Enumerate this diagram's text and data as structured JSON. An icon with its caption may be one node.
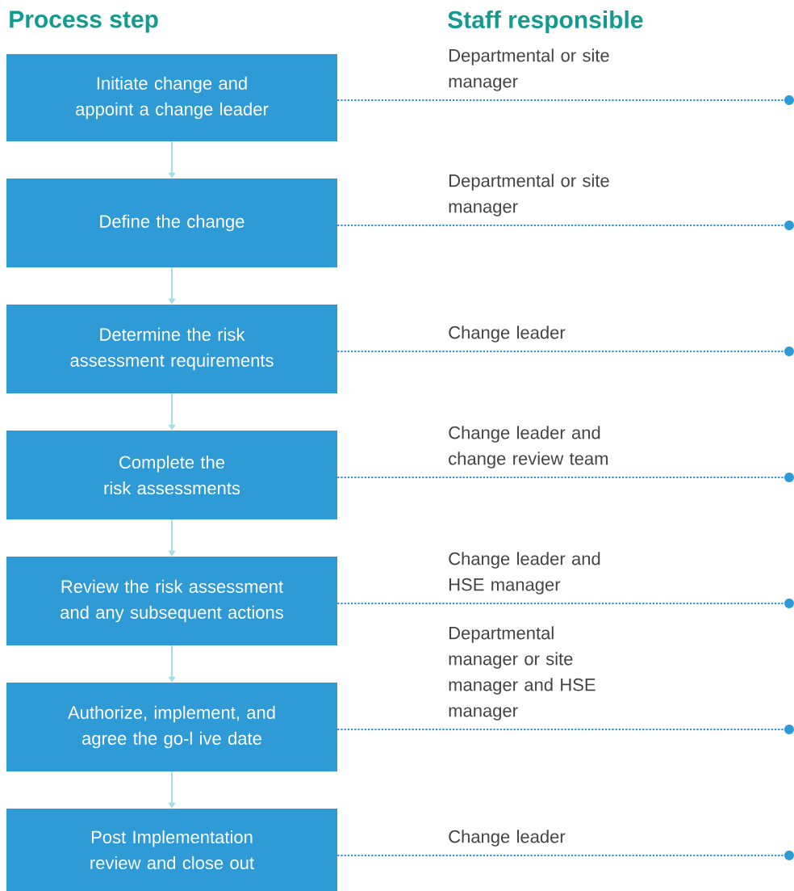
{
  "diagram": {
    "nodes": [
      {
        "text": [
          "Initiate change and appoint a change leader"
        ]
      },
      {
        "text": [
          "Define the change"
        ]
      },
      {
        "text": [
          "Determine the risk assessment requirements"
        ]
      },
      {
        "text": [
          "Complete the risk assessments"
        ]
      },
      {
        "text": [
          "Review the risk assessment and any subsequent actions"
        ]
      },
      {
        "text": [
          "Authorize, implement, and agree the go-l ive date"
        ]
      },
      {
        "text": [
          "Post Implementation review and close out"
        ]
      },
      {
        "text": [],
        "shape": "circle"
      },
      {
        "text": [],
        "shape": "circle"
      },
      {
        "text": [],
        "shape": "circle"
      },
      {
        "text": [],
        "shape": "circle"
      },
      {
        "text": [],
        "shape": "circle"
      },
      {
        "text": [],
        "shape": "circle"
      },
      {
        "text": [],
        "shape": "circle"
      }
    ],
    "edges": [
      {
        "from": 0,
        "to": 1,
        "arrow": "to",
        "color": "#a9dce8"
      },
      {
        "from": 1,
        "to": 2,
        "arrow": "to",
        "color": "#a9dce8"
      },
      {
        "from": 2,
        "to": 3,
        "arrow": "to",
        "color": "#a9dce8"
      },
      {
        "from": 3,
        "to": 4,
        "arrow": "to",
        "color": "#a9dce8"
      },
      {
        "from": 4,
        "to": 5,
        "arrow": "to",
        "color": "#a9dce8"
      },
      {
        "from": 5,
        "to": 6,
        "arrow": "to",
        "color": "#a9dce8"
      },
      {
        "from": 0,
        "to": 7,
        "arrow": "none",
        "style": "dashed",
        "color": "#2f8fcf",
        "label": "Departmental or site manager"
      },
      {
        "from": 1,
        "to": 8,
        "arrow": "none",
        "style": "dashed",
        "color": "#2f8fcf",
        "label": "Departmental or site manager"
      },
      {
        "from": 2,
        "to": 9,
        "arrow": "none",
        "style": "dashed",
        "color": "#2f8fcf",
        "label": "Change leader"
      },
      {
        "from": 3,
        "to": 10,
        "arrow": "none",
        "style": "dashed",
        "color": "#2f8fcf",
        "label": "Change leader and change review team"
      },
      {
        "from": 4,
        "to": 11,
        "arrow": "none",
        "style": "dashed",
        "color": "#2f8fcf",
        "label": "Change leader and HSE manager"
      },
      {
        "from": 5,
        "to": 12,
        "arrow": "none",
        "style": "dashed",
        "color": "#2f8fcf",
        "label": "Departmental manager or site manager and HSE manager"
      },
      {
        "from": 6,
        "to": 13,
        "arrow": "none",
        "style": "dashed",
        "color": "#2f8fcf",
        "label": "Change leader"
      }
    ],
    "labels": [
      "Process step",
      "Staff responsible"
    ]
  }
}
